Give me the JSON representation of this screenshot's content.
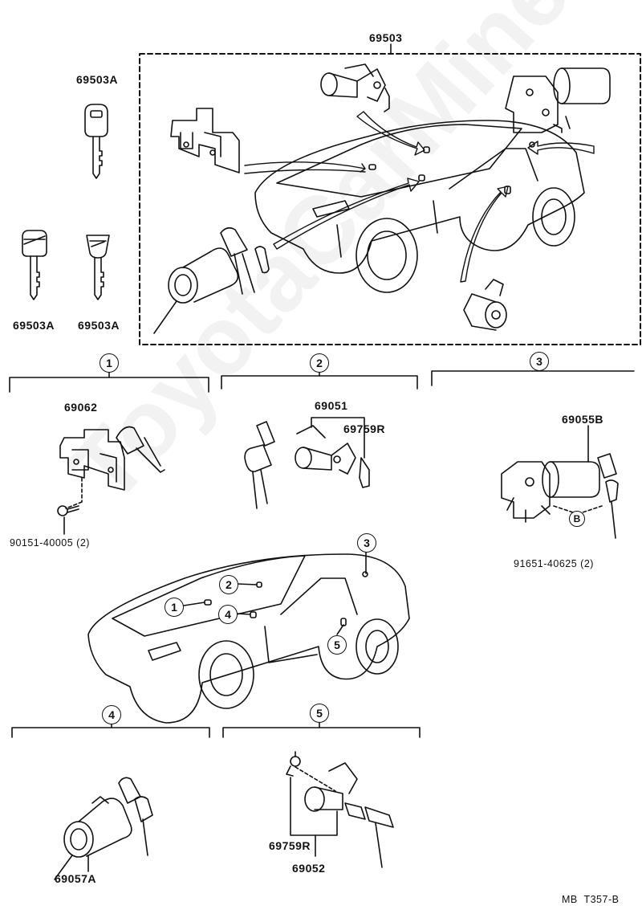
{
  "top_group": {
    "assembly_label": "69503",
    "key_label_top": "69503A",
    "key_label_left": "69503A",
    "key_label_right": "69503A"
  },
  "sections": [
    {
      "number": "1",
      "parts": [
        "69062",
        "90151-40005 (2)"
      ]
    },
    {
      "number": "2",
      "parts": [
        "69051",
        "69759R"
      ]
    },
    {
      "number": "3",
      "parts": [
        "69055B",
        "91651-40625 (2)"
      ],
      "callout": "B"
    },
    {
      "number": "4",
      "parts": [
        "69057A"
      ]
    },
    {
      "number": "5",
      "parts": [
        "69759R",
        "69052"
      ]
    }
  ],
  "car_callouts": [
    "1",
    "2",
    "3",
    "4",
    "5"
  ],
  "footer_code": "MB  T357-B"
}
